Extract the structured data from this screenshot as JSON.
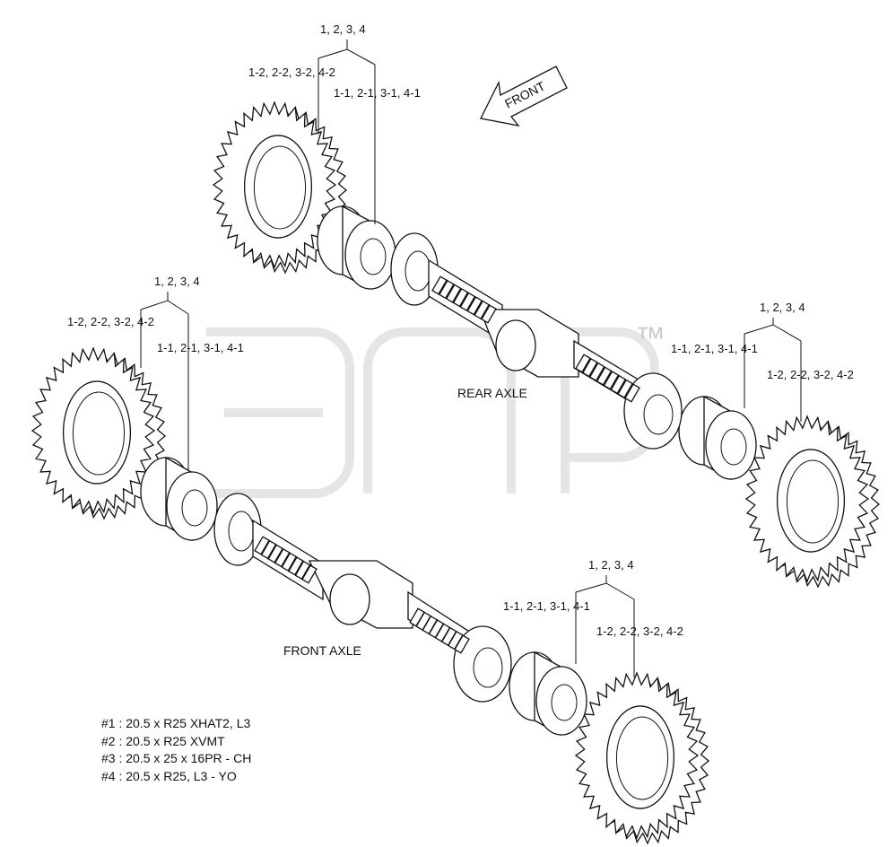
{
  "labels": {
    "rear_left": {
      "all": "1, 2, 3, 4",
      "tire": "1-2, 2-2, 3-2, 4-2",
      "rim": "1-1, 2-1, 3-1, 4-1"
    },
    "front_left": {
      "all": "1, 2, 3, 4",
      "tire": "1-2, 2-2, 3-2, 4-2",
      "rim": "1-1, 2-1, 3-1, 4-1"
    },
    "rear_right": {
      "all": "1, 2, 3, 4",
      "rim": "1-1, 2-1, 3-1, 4-1",
      "tire": "1-2, 2-2, 3-2, 4-2"
    },
    "front_right": {
      "all": "1, 2, 3, 4",
      "rim": "1-1, 2-1, 3-1, 4-1",
      "tire": "1-2, 2-2, 3-2, 4-2"
    }
  },
  "front_arrow": "FRONT",
  "rear_axle": "REAR AXLE",
  "front_axle": "FRONT AXLE",
  "watermark_tm": "™",
  "legend": [
    "#1 : 20.5 x R25 XHAT2, L3",
    "#2 : 20.5 x R25 XVMT",
    "#3 : 20.5 x 25 x 16PR - CH",
    "#4 : 20.5 x R25, L3  - YO"
  ]
}
